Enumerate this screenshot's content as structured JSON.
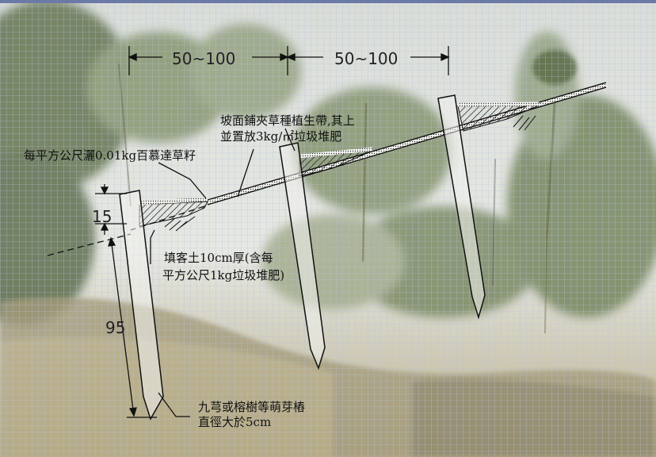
{
  "dimensions": {
    "spacing_left": "50~100",
    "spacing_right": "50~100",
    "seed_layer_thickness": "15",
    "stake_embed_depth": "95"
  },
  "annotations": {
    "grass_belt_line1": "坡面鋪夾草種植生帶,其上",
    "grass_belt_line2": "並置放3kg/㎡垃圾堆肥",
    "seed_rate": "每平方公尺灑0.01kg百慕達草籽",
    "fill_soil_line1": "填客土10cm厚(含每",
    "fill_soil_line2": "平方公尺1kg垃圾堆肥)",
    "stake_line1": "九芎或榕樹等萌芽樁",
    "stake_line2": "直徑大於5cm"
  },
  "colors": {
    "line": "#111111",
    "grid": "#b8c2dd",
    "foliage_dark": "#4d5f3a",
    "foliage_mid": "#7d8d63",
    "sky": "#dfe3de",
    "ground": "#a59c7c"
  }
}
